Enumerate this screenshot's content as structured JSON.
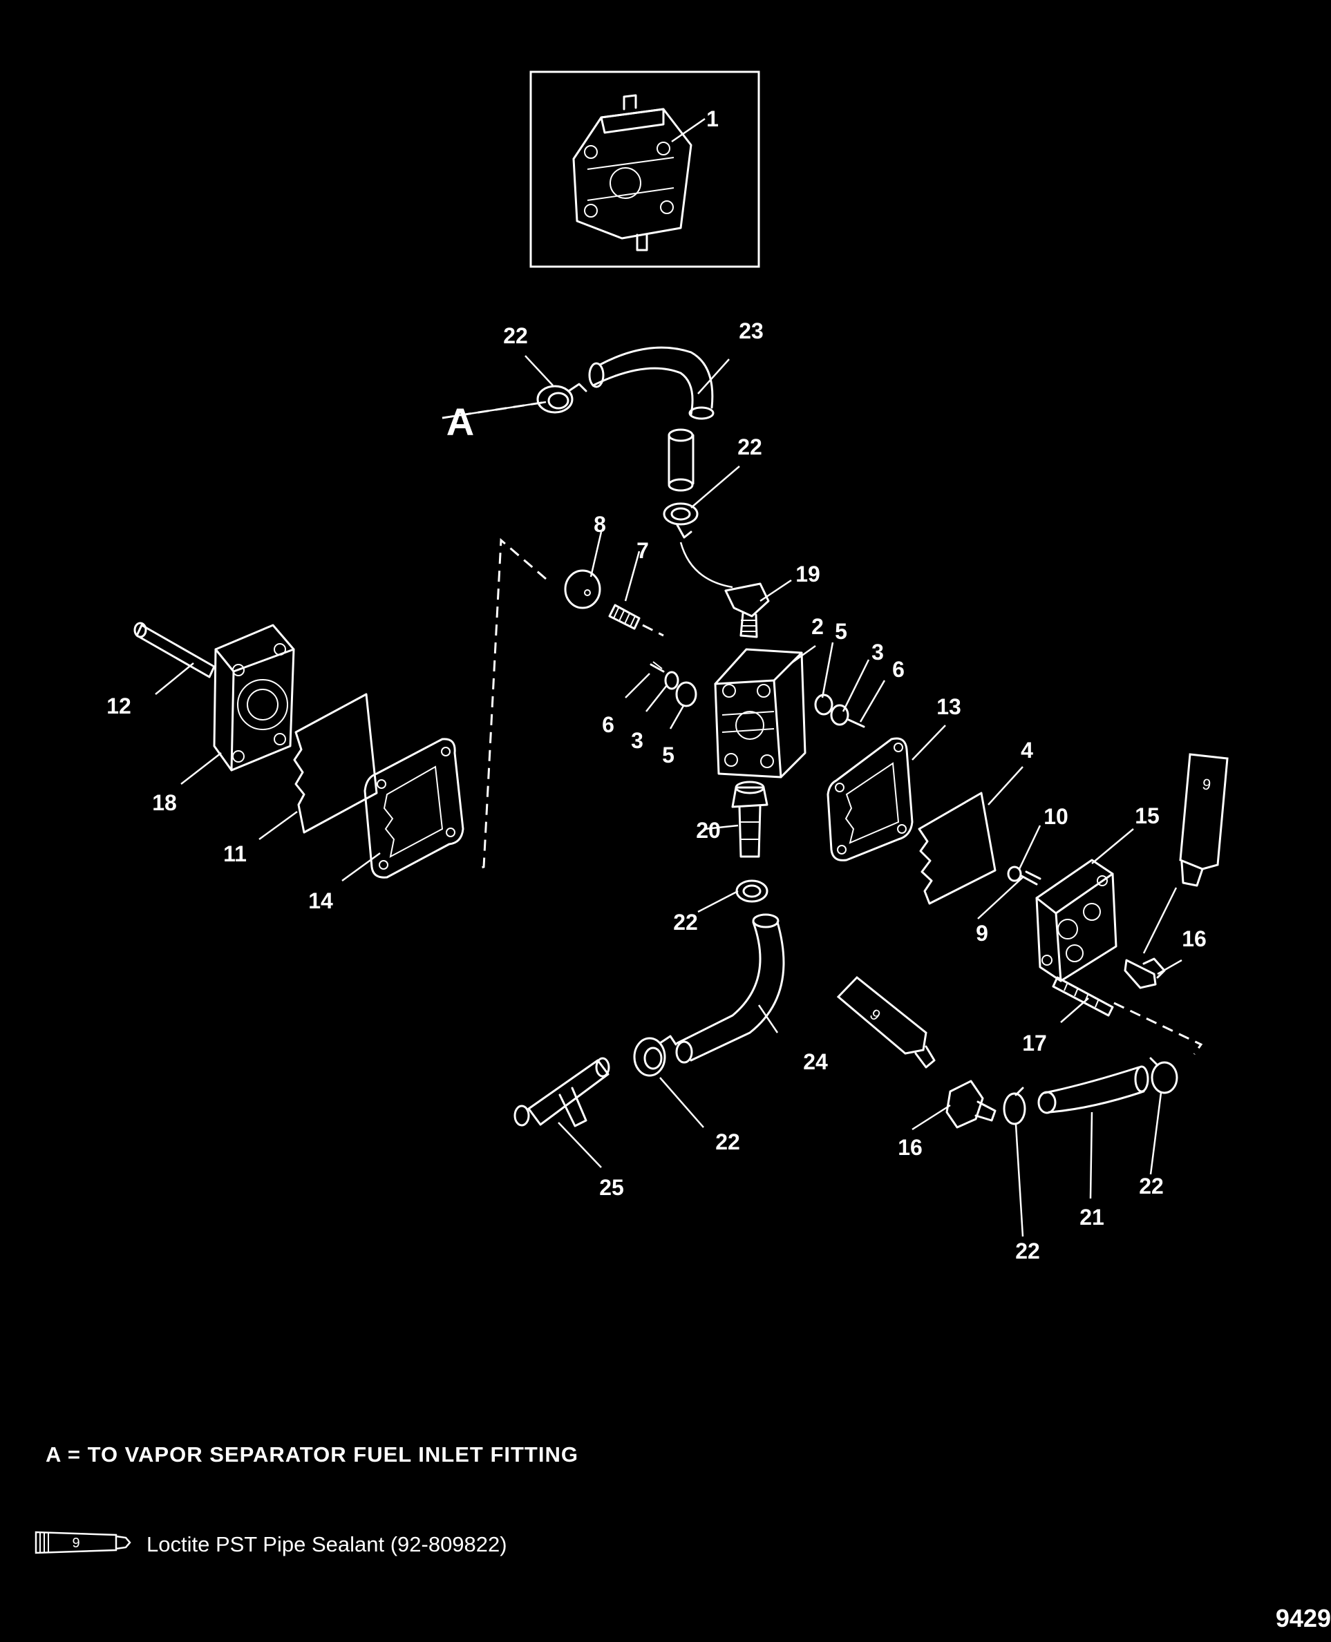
{
  "labels": {
    "l1": "1",
    "l2": "2",
    "l3a": "3",
    "l3b": "3",
    "l4": "4",
    "l5a": "5",
    "l5b": "5",
    "l6a": "6",
    "l6b": "6",
    "l7": "7",
    "l8": "8",
    "l9a": "9",
    "l10": "10",
    "l11": "11",
    "l12": "12",
    "l13": "13",
    "l14": "14",
    "l15": "15",
    "l16a": "16",
    "l16b": "16",
    "l17": "17",
    "l18": "18",
    "l19": "19",
    "l20": "20",
    "l21": "21",
    "l22a": "22",
    "l22b": "22",
    "l22c": "22",
    "l22d": "22",
    "l22e": "22",
    "l22f": "22",
    "l23": "23",
    "l24": "24",
    "l25": "25"
  },
  "callout": {
    "a": "A"
  },
  "tube_marker": "9",
  "notes": {
    "a": "A = TO VAPOR SEPARATOR FUEL INLET FITTING",
    "legend": "Loctite PST Pipe Sealant (92-809822)"
  },
  "figure_number": "9429"
}
